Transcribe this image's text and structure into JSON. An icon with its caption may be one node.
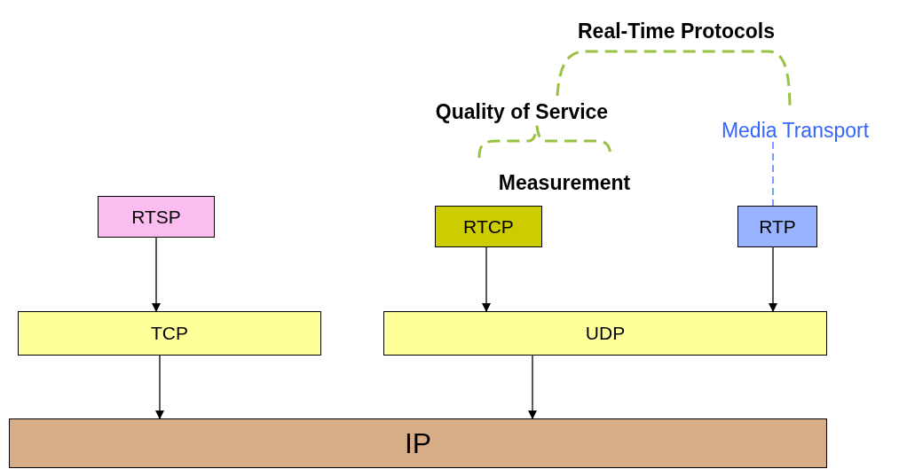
{
  "diagram": {
    "nodes": [
      {
        "text": [
          "Real-Time Protocols"
        ]
      },
      {
        "text": [
          "Quality of Service"
        ]
      },
      {
        "text": [
          "Media Transport"
        ]
      },
      {
        "text": [
          "Measurement"
        ]
      },
      {
        "text": [
          "RTSP"
        ]
      },
      {
        "text": [
          "RTCP"
        ]
      },
      {
        "text": [
          "RTP"
        ]
      },
      {
        "text": [
          "TCP"
        ]
      },
      {
        "text": [
          "UDP"
        ]
      },
      {
        "text": [
          "IP"
        ]
      }
    ],
    "edges": [
      {
        "from": 2,
        "to": 6,
        "arrow": "none",
        "style": "dashed",
        "color": "#3366ff"
      },
      {
        "from": 4,
        "to": 7,
        "arrow": "to"
      },
      {
        "from": 5,
        "to": 8,
        "arrow": "to"
      },
      {
        "from": 6,
        "to": 8,
        "arrow": "to"
      },
      {
        "from": 7,
        "to": 9,
        "arrow": "to"
      },
      {
        "from": 8,
        "to": 9,
        "arrow": "to"
      }
    ]
  }
}
